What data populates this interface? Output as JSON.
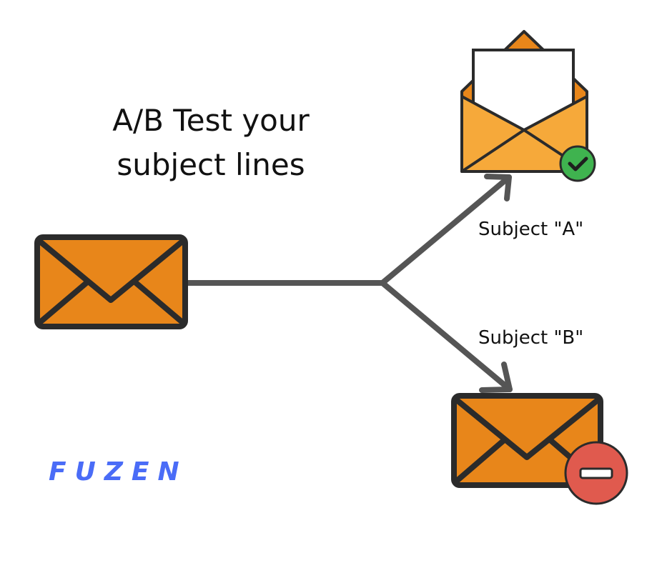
{
  "title": {
    "line1": "A/B Test your",
    "line2": "subject lines"
  },
  "branches": [
    {
      "label": "Subject \"A\"",
      "result": "check-icon",
      "envelope": "open"
    },
    {
      "label": "Subject \"B\"",
      "result": "minus-icon",
      "envelope": "closed"
    }
  ],
  "brand": "FUZEN",
  "colors": {
    "envelope_orange": "#e8861a",
    "envelope_light": "#f6a93a",
    "outline": "#2b2b2b",
    "connector": "#555555",
    "success": "#3fb34f",
    "reject": "#e05a4e",
    "brand": "#4a6cf7"
  }
}
